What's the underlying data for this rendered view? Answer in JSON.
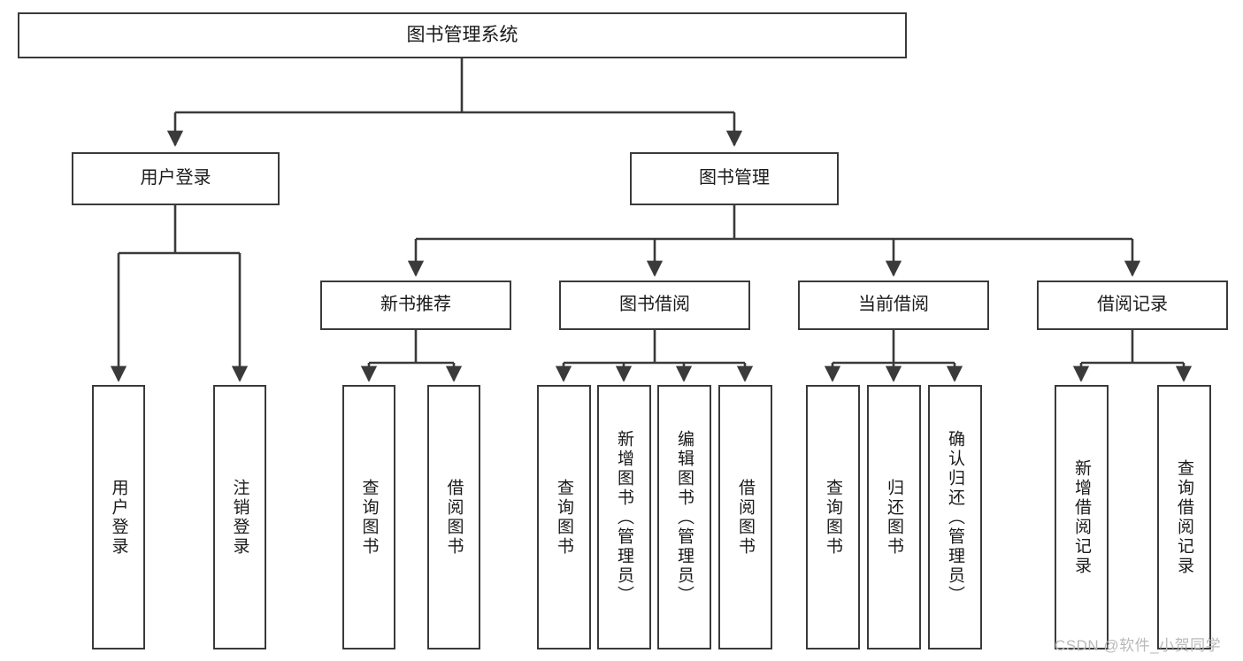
{
  "diagram": {
    "type": "tree-hierarchy-chart",
    "title": "图书管理系统",
    "line_color": "#3a3a3a",
    "box_fill": "#ffffff",
    "text_color": "#1a1a1a",
    "nodes": {
      "root": {
        "label": "图书管理系统"
      },
      "level1": [
        {
          "label": "用户登录"
        },
        {
          "label": "图书管理"
        }
      ],
      "level2": [
        {
          "label": "新书推荐"
        },
        {
          "label": "图书借阅"
        },
        {
          "label": "当前借阅"
        },
        {
          "label": "借阅记录"
        }
      ],
      "leaves": {
        "user_login": [
          {
            "label": "用户登录"
          },
          {
            "label": "注销登录"
          }
        ],
        "new_book": [
          {
            "label": "查询图书"
          },
          {
            "label": "借阅图书"
          }
        ],
        "book_borrow": [
          {
            "label": "查询图书"
          },
          {
            "label": "新增图书（管理员）"
          },
          {
            "label": "编辑图书（管理员）"
          },
          {
            "label": "借阅图书"
          }
        ],
        "current_borrow": [
          {
            "label": "查询图书"
          },
          {
            "label": "归还图书"
          },
          {
            "label": "确认归还（管理员）"
          }
        ],
        "borrow_record": [
          {
            "label": "新增借阅记录"
          },
          {
            "label": "查询借阅记录"
          }
        ]
      }
    }
  },
  "watermark": {
    "text": "CSDN @软件_小贺同学",
    "color": "#b9b9b9"
  }
}
